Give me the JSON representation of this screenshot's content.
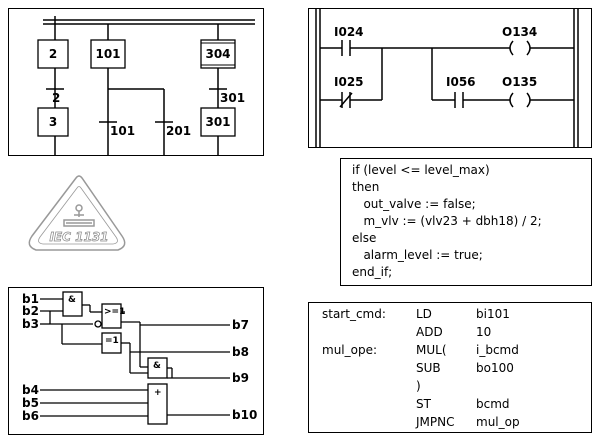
{
  "sfc": {
    "steps": [
      "2",
      "101",
      "304",
      "3",
      "301"
    ],
    "transitions": [
      "2",
      "301",
      "101",
      "201"
    ]
  },
  "ladder": {
    "contacts": [
      "I024",
      "I025",
      "I056"
    ],
    "coils": [
      "O134",
      "O135"
    ]
  },
  "iec_logo": {
    "text": "IEC 1131"
  },
  "fbd": {
    "inputs": [
      "b1",
      "b2",
      "b3",
      "b4",
      "b5",
      "b6"
    ],
    "outputs": [
      "b7",
      "b8",
      "b9",
      "b10"
    ],
    "blocks": [
      "&",
      ">=1",
      "=1",
      "&",
      "+"
    ]
  },
  "st": {
    "lines": [
      "if (level <= level_max)",
      "then",
      "   out_valve := false;",
      "   m_vlv := (vlv23 + dbh18) / 2;",
      "else",
      "   alarm_level := true;",
      "end_if;"
    ]
  },
  "il": {
    "rows": [
      {
        "label": "start_cmd:",
        "op": "LD",
        "arg": "bi101"
      },
      {
        "label": "",
        "op": "ADD",
        "arg": "10"
      },
      {
        "label": "mul_ope:",
        "op": "MUL(",
        "arg": "i_bcmd"
      },
      {
        "label": "",
        "op": "SUB",
        "arg": "bo100"
      },
      {
        "label": "",
        "op": ")",
        "arg": ""
      },
      {
        "label": "",
        "op": "ST",
        "arg": "bcmd"
      },
      {
        "label": "",
        "op": "JMPNC",
        "arg": "mul_op"
      }
    ]
  }
}
